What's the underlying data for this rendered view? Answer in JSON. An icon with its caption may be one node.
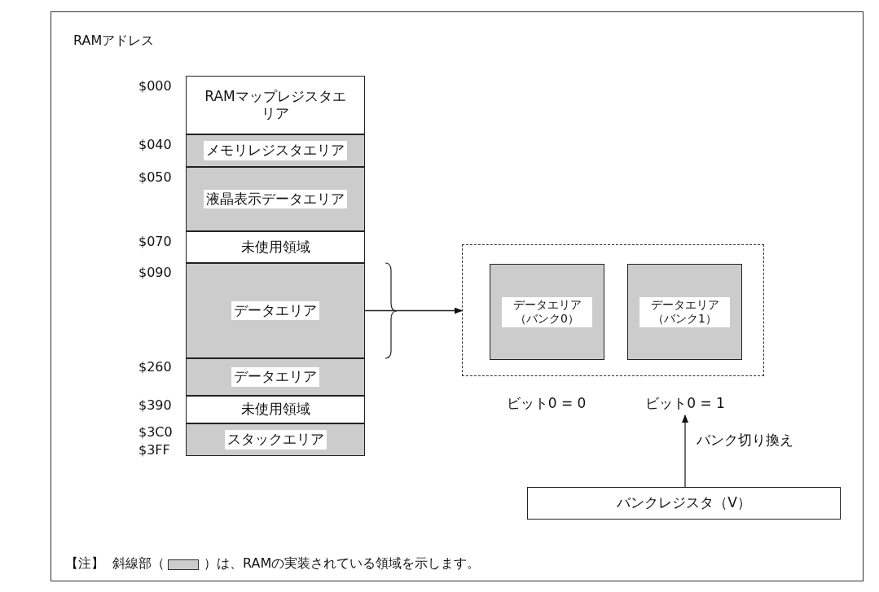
{
  "diagram": {
    "nodes": [
      {
        "text": [
          "RAMマップレジスタエリア"
        ]
      },
      {
        "text": [
          "メモリレジスタエリア"
        ]
      },
      {
        "text": [
          "液晶表示データエリア"
        ]
      },
      {
        "text": [
          "未使用領域"
        ]
      },
      {
        "text": [
          "データエリア"
        ]
      },
      {
        "text": [
          "データエリア"
        ]
      },
      {
        "text": [
          "未使用領域"
        ]
      },
      {
        "text": [
          "スタックエリア"
        ]
      },
      {
        "text": [],
        "shape": "box"
      },
      {
        "text": [
          "データエリア（バンク0）"
        ],
        "in": 8
      },
      {
        "text": [
          "データエリア（バンク1）"
        ],
        "in": 8
      },
      {
        "text": [
          "ビット0 = 0"
        ]
      },
      {
        "text": [
          "ビット0 = 1"
        ]
      },
      {
        "text": [
          "バンクレジスタ（V）"
        ]
      }
    ],
    "edges": [
      {
        "from": 4,
        "to": 8,
        "arrow": "to"
      },
      {
        "from": 13,
        "to": 12,
        "arrow": "to",
        "label": "バンク切り換え"
      }
    ],
    "labels": [
      "RAMアドレス",
      "$000",
      "$040",
      "$050",
      "$070",
      "$090",
      "$260",
      "$390",
      "$3C0",
      "$3FF",
      "【注】",
      "斜線部（",
      "）は、RAMの実装されている領域を示します。"
    ]
  }
}
